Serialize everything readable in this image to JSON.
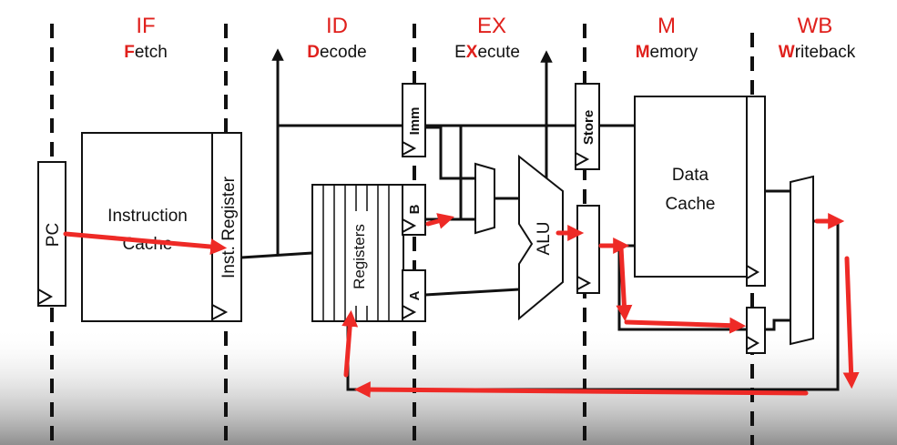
{
  "stages": [
    {
      "title": "IF",
      "hl": "F",
      "rest": "etch"
    },
    {
      "title": "ID",
      "hl": "D",
      "rest": "ecode"
    },
    {
      "title": "EX",
      "pre": "E",
      "hl": "X",
      "rest": "ecute"
    },
    {
      "title": "M",
      "hl": "M",
      "rest": "emory"
    },
    {
      "title": "WB",
      "hl": "W",
      "rest": "riteback"
    }
  ],
  "blocks": {
    "pc": "PC",
    "instruction_cache_line1": "Instruction",
    "instruction_cache_line2": "Cache",
    "inst_register": "Inst. Register",
    "registers": "Registers",
    "imm": "Imm",
    "reg_b": "B",
    "reg_a": "A",
    "alu": "ALU",
    "store": "Store",
    "data_cache_line1": "Data",
    "data_cache_line2": "Cache"
  },
  "colors": {
    "stage_red": "#e0201c",
    "arrow_red": "#ee2a26",
    "wire": "#111111"
  }
}
